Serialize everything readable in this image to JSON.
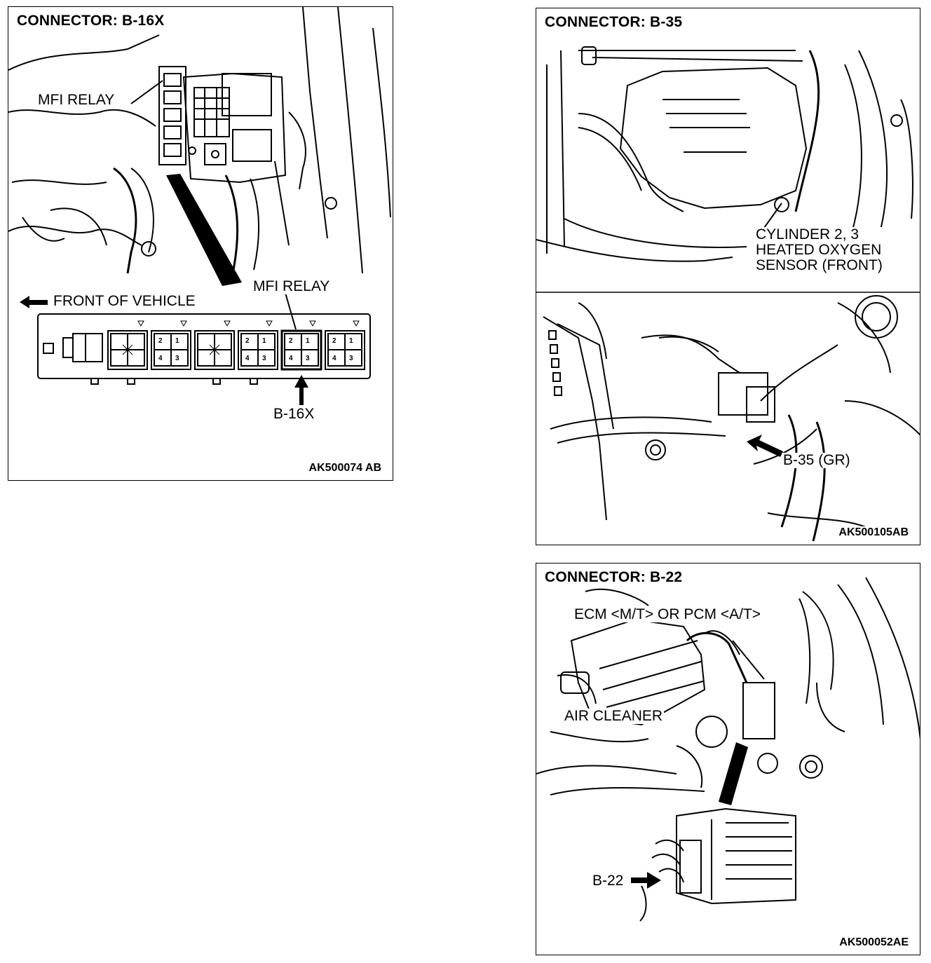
{
  "panels": {
    "b16x": {
      "title": "CONNECTOR: B-16X",
      "label_mfi_relay_top": "MFI RELAY",
      "label_front": "FRONT OF VEHICLE",
      "label_mfi_relay_diagram": "MFI RELAY",
      "label_connector": "B-16X",
      "code": "AK500074 AB",
      "relay_pins": [
        "2",
        "1",
        "4",
        "3"
      ]
    },
    "b35": {
      "title": "CONNECTOR: B-35",
      "sensor_label": [
        "CYLINDER 2, 3",
        "HEATED OXYGEN",
        "SENSOR (FRONT)"
      ],
      "connector_label": "B-35 (GR)",
      "code": "AK500105AB"
    },
    "b22": {
      "title": "CONNECTOR: B-22",
      "ecm_label": "ECM <M/T> OR PCM <A/T>",
      "air_cleaner_label": "AIR CLEANER",
      "connector_label": "B-22",
      "code": "AK500052AE"
    }
  },
  "icons": {
    "front_arrow": "arrow-left-icon",
    "connector_arrow": "arrow-up-icon",
    "b35_arrow": "arrow-diagonal-icon",
    "b22_arrow": "arrow-right-icon"
  }
}
